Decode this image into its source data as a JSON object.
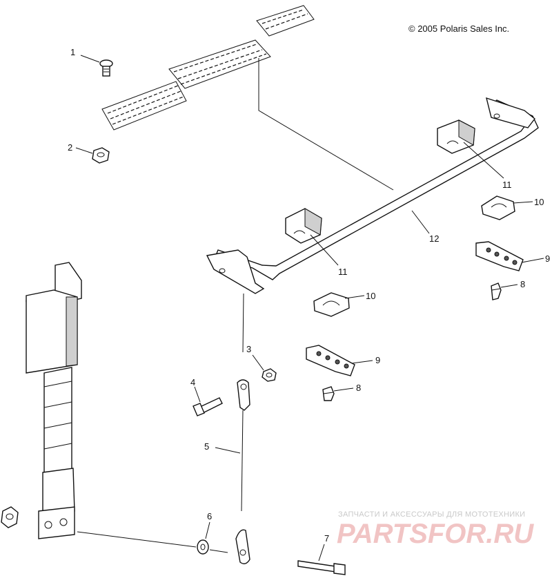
{
  "copyright": "© 2005 Polaris Sales Inc.",
  "callouts": [
    {
      "id": "c1",
      "text": "1"
    },
    {
      "id": "c2",
      "text": "2"
    },
    {
      "id": "c3",
      "text": "3"
    },
    {
      "id": "c4",
      "text": "4"
    },
    {
      "id": "c5",
      "text": "5"
    },
    {
      "id": "c6",
      "text": "6"
    },
    {
      "id": "c7",
      "text": "7"
    },
    {
      "id": "c8a",
      "text": "8"
    },
    {
      "id": "c8b",
      "text": "8"
    },
    {
      "id": "c9a",
      "text": "9"
    },
    {
      "id": "c9b",
      "text": "9"
    },
    {
      "id": "c10a",
      "text": "10"
    },
    {
      "id": "c10b",
      "text": "10"
    },
    {
      "id": "c11a",
      "text": "11"
    },
    {
      "id": "c11b",
      "text": "11"
    },
    {
      "id": "c12",
      "text": "12"
    }
  ],
  "watermark": {
    "subtitle": "ЗАПЧАСТИ И АКСЕССУАРЫ ДЛЯ МОТОТЕХНИКИ",
    "brand": "PARTSFOR.RU"
  }
}
